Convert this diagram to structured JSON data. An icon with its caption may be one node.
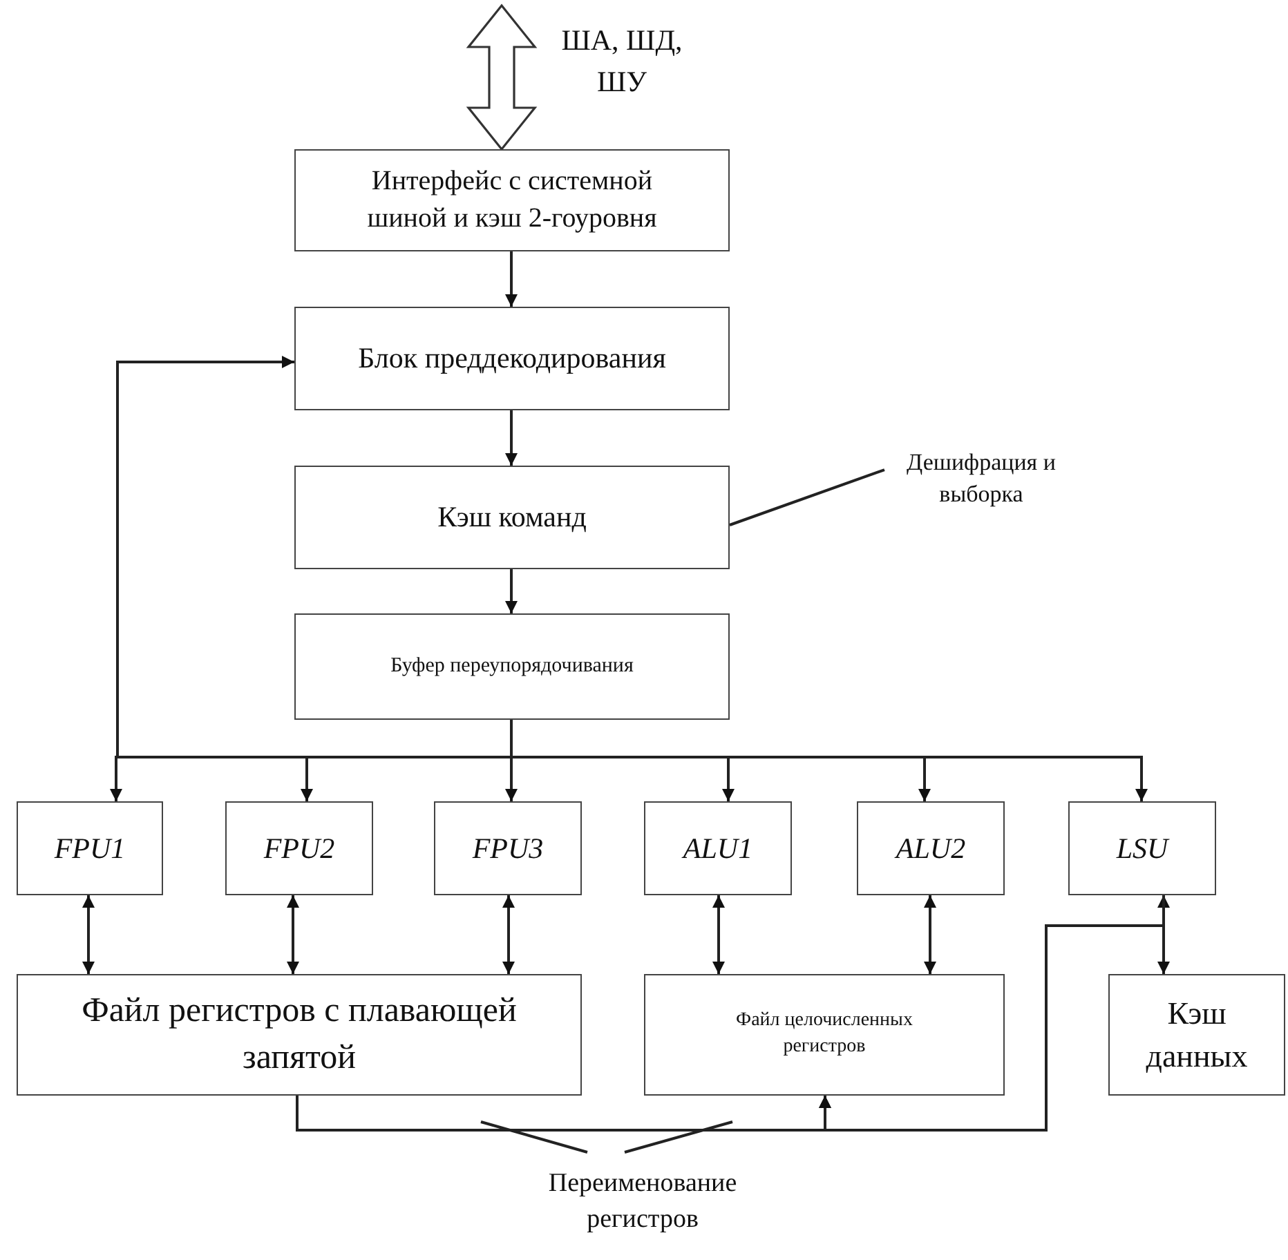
{
  "diagram": {
    "nodes": [
      {
        "text": [
          "Интерфейс с системной шиной и кэш 2-гоуровня"
        ]
      },
      {
        "text": [
          "Блок преддекодирования"
        ]
      },
      {
        "text": [
          "Кэш команд"
        ]
      },
      {
        "text": [
          "Буфер переупорядочивания"
        ]
      },
      {
        "text": [
          "FPU1"
        ]
      },
      {
        "text": [
          "FPU2"
        ]
      },
      {
        "text": [
          "FPU3"
        ]
      },
      {
        "text": [
          "ALU1"
        ]
      },
      {
        "text": [
          "ALU2"
        ]
      },
      {
        "text": [
          "LSU"
        ]
      },
      {
        "text": [
          "Файл регистров с плавающей запятой"
        ]
      },
      {
        "text": [
          "Файл целочисленных регистров"
        ]
      },
      {
        "text": [
          "Кэш данных"
        ]
      },
      {
        "text": [
          "Дешифрация и выборка"
        ]
      },
      {
        "text": [
          "Переименование регистров"
        ]
      }
    ],
    "edges": [
      {
        "from": null,
        "to": 0,
        "arrow": "both",
        "style": "thick",
        "label": "ША, ШД, ШУ"
      },
      {
        "from": 0,
        "to": 1,
        "arrow": "to"
      },
      {
        "from": 1,
        "to": 2,
        "arrow": "to"
      },
      {
        "from": 2,
        "to": 3,
        "arrow": "to"
      },
      {
        "from": 3,
        "to": 1,
        "arrow": "to"
      },
      {
        "from": 3,
        "to": 4,
        "arrow": "to"
      },
      {
        "from": 3,
        "to": 5,
        "arrow": "to"
      },
      {
        "from": 3,
        "to": 6,
        "arrow": "to"
      },
      {
        "from": 3,
        "to": 7,
        "arrow": "to"
      },
      {
        "from": 3,
        "to": 8,
        "arrow": "to"
      },
      {
        "from": 3,
        "to": 9,
        "arrow": "to"
      },
      {
        "from": 4,
        "to": 10,
        "arrow": "both"
      },
      {
        "from": 5,
        "to": 10,
        "arrow": "both"
      },
      {
        "from": 6,
        "to": 10,
        "arrow": "both"
      },
      {
        "from": 7,
        "to": 11,
        "arrow": "both"
      },
      {
        "from": 8,
        "to": 11,
        "arrow": "both"
      },
      {
        "from": 9,
        "to": 12,
        "arrow": "both"
      },
      {
        "from": 10,
        "to": 11,
        "arrow": "to"
      },
      {
        "from": 9,
        "to": 11,
        "arrow": "to"
      },
      {
        "from": 13,
        "to": 2,
        "arrow": "none"
      },
      {
        "from": 14,
        "to": null,
        "arrow": "none"
      },
      {
        "from": 14,
        "to": null,
        "arrow": "none"
      }
    ]
  }
}
